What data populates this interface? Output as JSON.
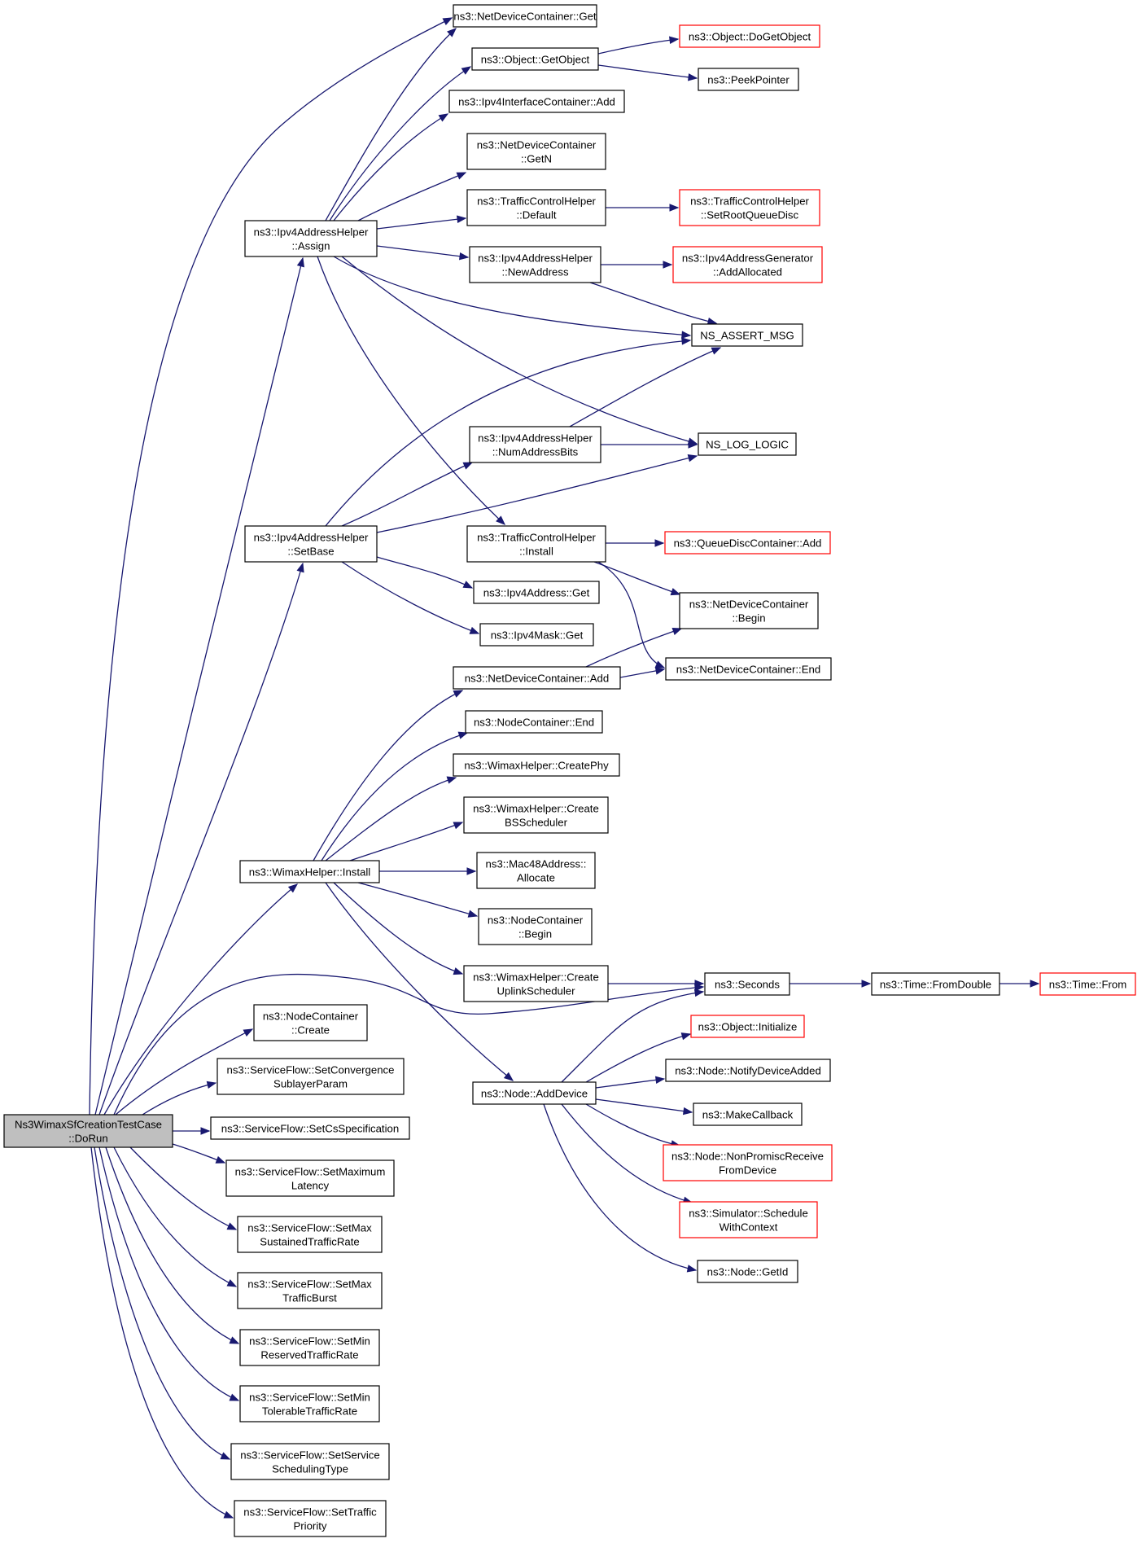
{
  "graph": {
    "type": "doxygen-call-graph",
    "edge_color": "#191970",
    "root_fill": "#bfbfbf",
    "truncated_border_color": "#ff0000",
    "nodes": [
      {
        "id": "root",
        "lines": [
          "Ns3WimaxSfCreationTestCase",
          "::DoRun"
        ],
        "kind": "root"
      },
      {
        "id": "ndc_get",
        "lines": [
          "ns3::NetDeviceContainer::Get"
        ]
      },
      {
        "id": "obj_getobject",
        "lines": [
          "ns3::Object::GetObject"
        ]
      },
      {
        "id": "obj_dogetobject",
        "lines": [
          "ns3::Object::DoGetObject"
        ],
        "kind": "truncated"
      },
      {
        "id": "peekpointer",
        "lines": [
          "ns3::PeekPointer"
        ]
      },
      {
        "id": "ipv4ic_add",
        "lines": [
          "ns3::Ipv4InterfaceContainer::Add"
        ]
      },
      {
        "id": "ndc_getn",
        "lines": [
          "ns3::NetDeviceContainer",
          "::GetN"
        ]
      },
      {
        "id": "tch_default",
        "lines": [
          "ns3::TrafficControlHelper",
          "::Default"
        ]
      },
      {
        "id": "tch_setroot",
        "lines": [
          "ns3::TrafficControlHelper",
          "::SetRootQueueDisc"
        ],
        "kind": "truncated"
      },
      {
        "id": "iah_assign",
        "lines": [
          "ns3::Ipv4AddressHelper",
          "::Assign"
        ]
      },
      {
        "id": "iah_newaddress",
        "lines": [
          "ns3::Ipv4AddressHelper",
          "::NewAddress"
        ]
      },
      {
        "id": "iag_addallocated",
        "lines": [
          "ns3::Ipv4AddressGenerator",
          "::AddAllocated"
        ],
        "kind": "truncated"
      },
      {
        "id": "ns_assert_msg",
        "lines": [
          "NS_ASSERT_MSG"
        ]
      },
      {
        "id": "iah_numbits",
        "lines": [
          "ns3::Ipv4AddressHelper",
          "::NumAddressBits"
        ]
      },
      {
        "id": "ns_log_logic",
        "lines": [
          "NS_LOG_LOGIC"
        ]
      },
      {
        "id": "iah_setbase",
        "lines": [
          "ns3::Ipv4AddressHelper",
          "::SetBase"
        ]
      },
      {
        "id": "tch_install",
        "lines": [
          "ns3::TrafficControlHelper",
          "::Install"
        ]
      },
      {
        "id": "qdc_add",
        "lines": [
          "ns3::QueueDiscContainer::Add"
        ],
        "kind": "truncated"
      },
      {
        "id": "ipv4addr_get",
        "lines": [
          "ns3::Ipv4Address::Get"
        ]
      },
      {
        "id": "ndc_begin",
        "lines": [
          "ns3::NetDeviceContainer",
          "::Begin"
        ]
      },
      {
        "id": "ipv4mask_get",
        "lines": [
          "ns3::Ipv4Mask::Get"
        ]
      },
      {
        "id": "ndc_add",
        "lines": [
          "ns3::NetDeviceContainer::Add"
        ]
      },
      {
        "id": "ndc_end",
        "lines": [
          "ns3::NetDeviceContainer::End"
        ]
      },
      {
        "id": "nc_end",
        "lines": [
          "ns3::NodeContainer::End"
        ]
      },
      {
        "id": "wh_createphy",
        "lines": [
          "ns3::WimaxHelper::CreatePhy"
        ]
      },
      {
        "id": "wh_createbs",
        "lines": [
          "ns3::WimaxHelper::Create",
          "BSScheduler"
        ]
      },
      {
        "id": "wh_install",
        "lines": [
          "ns3::WimaxHelper::Install"
        ]
      },
      {
        "id": "mac48_allocate",
        "lines": [
          "ns3::Mac48Address::",
          "Allocate"
        ]
      },
      {
        "id": "nc_begin",
        "lines": [
          "ns3::NodeContainer",
          "::Begin"
        ]
      },
      {
        "id": "wh_createul",
        "lines": [
          "ns3::WimaxHelper::Create",
          "UplinkScheduler"
        ]
      },
      {
        "id": "seconds",
        "lines": [
          "ns3::Seconds"
        ]
      },
      {
        "id": "time_fromdouble",
        "lines": [
          "ns3::Time::FromDouble"
        ]
      },
      {
        "id": "time_from",
        "lines": [
          "ns3::Time::From"
        ],
        "kind": "truncated"
      },
      {
        "id": "nc_create",
        "lines": [
          "ns3::NodeContainer",
          "::Create"
        ]
      },
      {
        "id": "obj_initialize",
        "lines": [
          "ns3::Object::Initialize"
        ],
        "kind": "truncated"
      },
      {
        "id": "sf_setconv",
        "lines": [
          "ns3::ServiceFlow::SetConvergence",
          "SublayerParam"
        ]
      },
      {
        "id": "node_adddevice",
        "lines": [
          "ns3::Node::AddDevice"
        ]
      },
      {
        "id": "node_notify",
        "lines": [
          "ns3::Node::NotifyDeviceAdded"
        ]
      },
      {
        "id": "sf_setcs",
        "lines": [
          "ns3::ServiceFlow::SetCsSpecification"
        ]
      },
      {
        "id": "makecallback",
        "lines": [
          "ns3::MakeCallback"
        ]
      },
      {
        "id": "node_nonpromisc",
        "lines": [
          "ns3::Node::NonPromiscReceive",
          "FromDevice"
        ],
        "kind": "truncated"
      },
      {
        "id": "sf_setmaxlat",
        "lines": [
          "ns3::ServiceFlow::SetMaximum",
          "Latency"
        ]
      },
      {
        "id": "sim_schedule",
        "lines": [
          "ns3::Simulator::Schedule",
          "WithContext"
        ],
        "kind": "truncated"
      },
      {
        "id": "sf_setmaxsus",
        "lines": [
          "ns3::ServiceFlow::SetMax",
          "SustainedTrafficRate"
        ]
      },
      {
        "id": "node_getid",
        "lines": [
          "ns3::Node::GetId"
        ]
      },
      {
        "id": "sf_setmaxburst",
        "lines": [
          "ns3::ServiceFlow::SetMax",
          "TrafficBurst"
        ]
      },
      {
        "id": "sf_setminres",
        "lines": [
          "ns3::ServiceFlow::SetMin",
          "ReservedTrafficRate"
        ]
      },
      {
        "id": "sf_setmintol",
        "lines": [
          "ns3::ServiceFlow::SetMin",
          "TolerableTrafficRate"
        ]
      },
      {
        "id": "sf_setsched",
        "lines": [
          "ns3::ServiceFlow::SetService",
          "SchedulingType"
        ]
      },
      {
        "id": "sf_setprio",
        "lines": [
          "ns3::ServiceFlow::SetTraffic",
          "Priority"
        ]
      }
    ],
    "edges": [
      {
        "from": "root",
        "to": "ndc_get"
      },
      {
        "from": "root",
        "to": "iah_assign"
      },
      {
        "from": "root",
        "to": "iah_setbase"
      },
      {
        "from": "root",
        "to": "wh_install"
      },
      {
        "from": "root",
        "to": "seconds"
      },
      {
        "from": "root",
        "to": "nc_create"
      },
      {
        "from": "root",
        "to": "sf_setconv"
      },
      {
        "from": "root",
        "to": "sf_setcs"
      },
      {
        "from": "root",
        "to": "sf_setmaxlat"
      },
      {
        "from": "root",
        "to": "sf_setmaxsus"
      },
      {
        "from": "root",
        "to": "sf_setmaxburst"
      },
      {
        "from": "root",
        "to": "sf_setminres"
      },
      {
        "from": "root",
        "to": "sf_setmintol"
      },
      {
        "from": "root",
        "to": "sf_setsched"
      },
      {
        "from": "root",
        "to": "sf_setprio"
      },
      {
        "from": "iah_assign",
        "to": "ndc_get"
      },
      {
        "from": "iah_assign",
        "to": "obj_getobject"
      },
      {
        "from": "iah_assign",
        "to": "ipv4ic_add"
      },
      {
        "from": "iah_assign",
        "to": "ndc_getn"
      },
      {
        "from": "iah_assign",
        "to": "tch_default"
      },
      {
        "from": "iah_assign",
        "to": "iah_newaddress"
      },
      {
        "from": "iah_assign",
        "to": "ns_assert_msg"
      },
      {
        "from": "iah_assign",
        "to": "ns_log_logic"
      },
      {
        "from": "iah_assign",
        "to": "tch_install"
      },
      {
        "from": "obj_getobject",
        "to": "obj_dogetobject"
      },
      {
        "from": "obj_getobject",
        "to": "peekpointer"
      },
      {
        "from": "tch_default",
        "to": "tch_setroot"
      },
      {
        "from": "iah_newaddress",
        "to": "iag_addallocated"
      },
      {
        "from": "iah_newaddress",
        "to": "ns_assert_msg"
      },
      {
        "from": "iah_numbits",
        "to": "ns_assert_msg"
      },
      {
        "from": "iah_numbits",
        "to": "ns_log_logic"
      },
      {
        "from": "iah_setbase",
        "to": "ns_assert_msg"
      },
      {
        "from": "iah_setbase",
        "to": "iah_numbits"
      },
      {
        "from": "iah_setbase",
        "to": "ns_log_logic"
      },
      {
        "from": "iah_setbase",
        "to": "ipv4addr_get"
      },
      {
        "from": "iah_setbase",
        "to": "ipv4mask_get"
      },
      {
        "from": "tch_install",
        "to": "qdc_add"
      },
      {
        "from": "tch_install",
        "to": "ndc_begin"
      },
      {
        "from": "tch_install",
        "to": "ndc_end"
      },
      {
        "from": "ndc_add",
        "to": "ndc_begin"
      },
      {
        "from": "ndc_add",
        "to": "ndc_end"
      },
      {
        "from": "wh_install",
        "to": "ndc_add"
      },
      {
        "from": "wh_install",
        "to": "nc_end"
      },
      {
        "from": "wh_install",
        "to": "wh_createphy"
      },
      {
        "from": "wh_install",
        "to": "wh_createbs"
      },
      {
        "from": "wh_install",
        "to": "mac48_allocate"
      },
      {
        "from": "wh_install",
        "to": "nc_begin"
      },
      {
        "from": "wh_install",
        "to": "wh_createul"
      },
      {
        "from": "wh_install",
        "to": "node_adddevice"
      },
      {
        "from": "wh_createul",
        "to": "seconds"
      },
      {
        "from": "seconds",
        "to": "time_fromdouble"
      },
      {
        "from": "time_fromdouble",
        "to": "time_from"
      },
      {
        "from": "node_adddevice",
        "to": "seconds"
      },
      {
        "from": "node_adddevice",
        "to": "obj_initialize"
      },
      {
        "from": "node_adddevice",
        "to": "node_notify"
      },
      {
        "from": "node_adddevice",
        "to": "makecallback"
      },
      {
        "from": "node_adddevice",
        "to": "node_nonpromisc"
      },
      {
        "from": "node_adddevice",
        "to": "sim_schedule"
      },
      {
        "from": "node_adddevice",
        "to": "node_getid"
      }
    ]
  }
}
